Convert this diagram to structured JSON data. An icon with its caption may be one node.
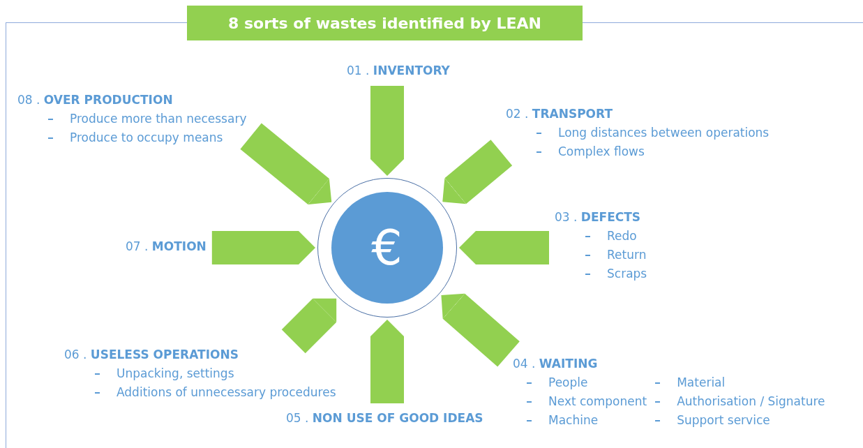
{
  "diagram": {
    "title": "8 sorts of wastes identified by LEAN",
    "nodes": [
      {
        "text": [
          "01 . **INVENTORY**"
        ]
      },
      {
        "text": [
          "02 . **TRANSPORT**",
          "Long distances between operations",
          "Complex flows"
        ]
      },
      {
        "text": [
          "03 . **DEFECTS**",
          "Redo",
          "Return",
          "Scraps"
        ]
      },
      {
        "text": [
          "04 . **WAITING**",
          "People",
          "Next component",
          "Machine",
          "Material",
          "Authorisation / Signature",
          "Support service"
        ]
      },
      {
        "text": [
          "05 . **NON USE OF GOOD IDEAS**"
        ]
      },
      {
        "text": [
          "06 . **USELESS OPERATIONS**",
          "Unpacking, settings",
          "Additions of unnecessary procedures"
        ]
      },
      {
        "text": [
          "07 . **MOTION**"
        ]
      },
      {
        "text": [
          "08 . **OVER PRODUCTION**",
          "Produce more than necessary",
          "Produce to occupy means"
        ]
      },
      {
        "text": [
          "€"
        ]
      }
    ],
    "edges": [
      {
        "from": 0,
        "to": 8,
        "arrow": "to"
      },
      {
        "from": 1,
        "to": 8,
        "arrow": "to"
      },
      {
        "from": 2,
        "to": 8,
        "arrow": "to"
      },
      {
        "from": 3,
        "to": 8,
        "arrow": "to"
      },
      {
        "from": 4,
        "to": 8,
        "arrow": "to"
      },
      {
        "from": 5,
        "to": 8,
        "arrow": "to"
      },
      {
        "from": 6,
        "to": 8,
        "arrow": "to"
      },
      {
        "from": 7,
        "to": 8,
        "arrow": "to"
      }
    ]
  }
}
